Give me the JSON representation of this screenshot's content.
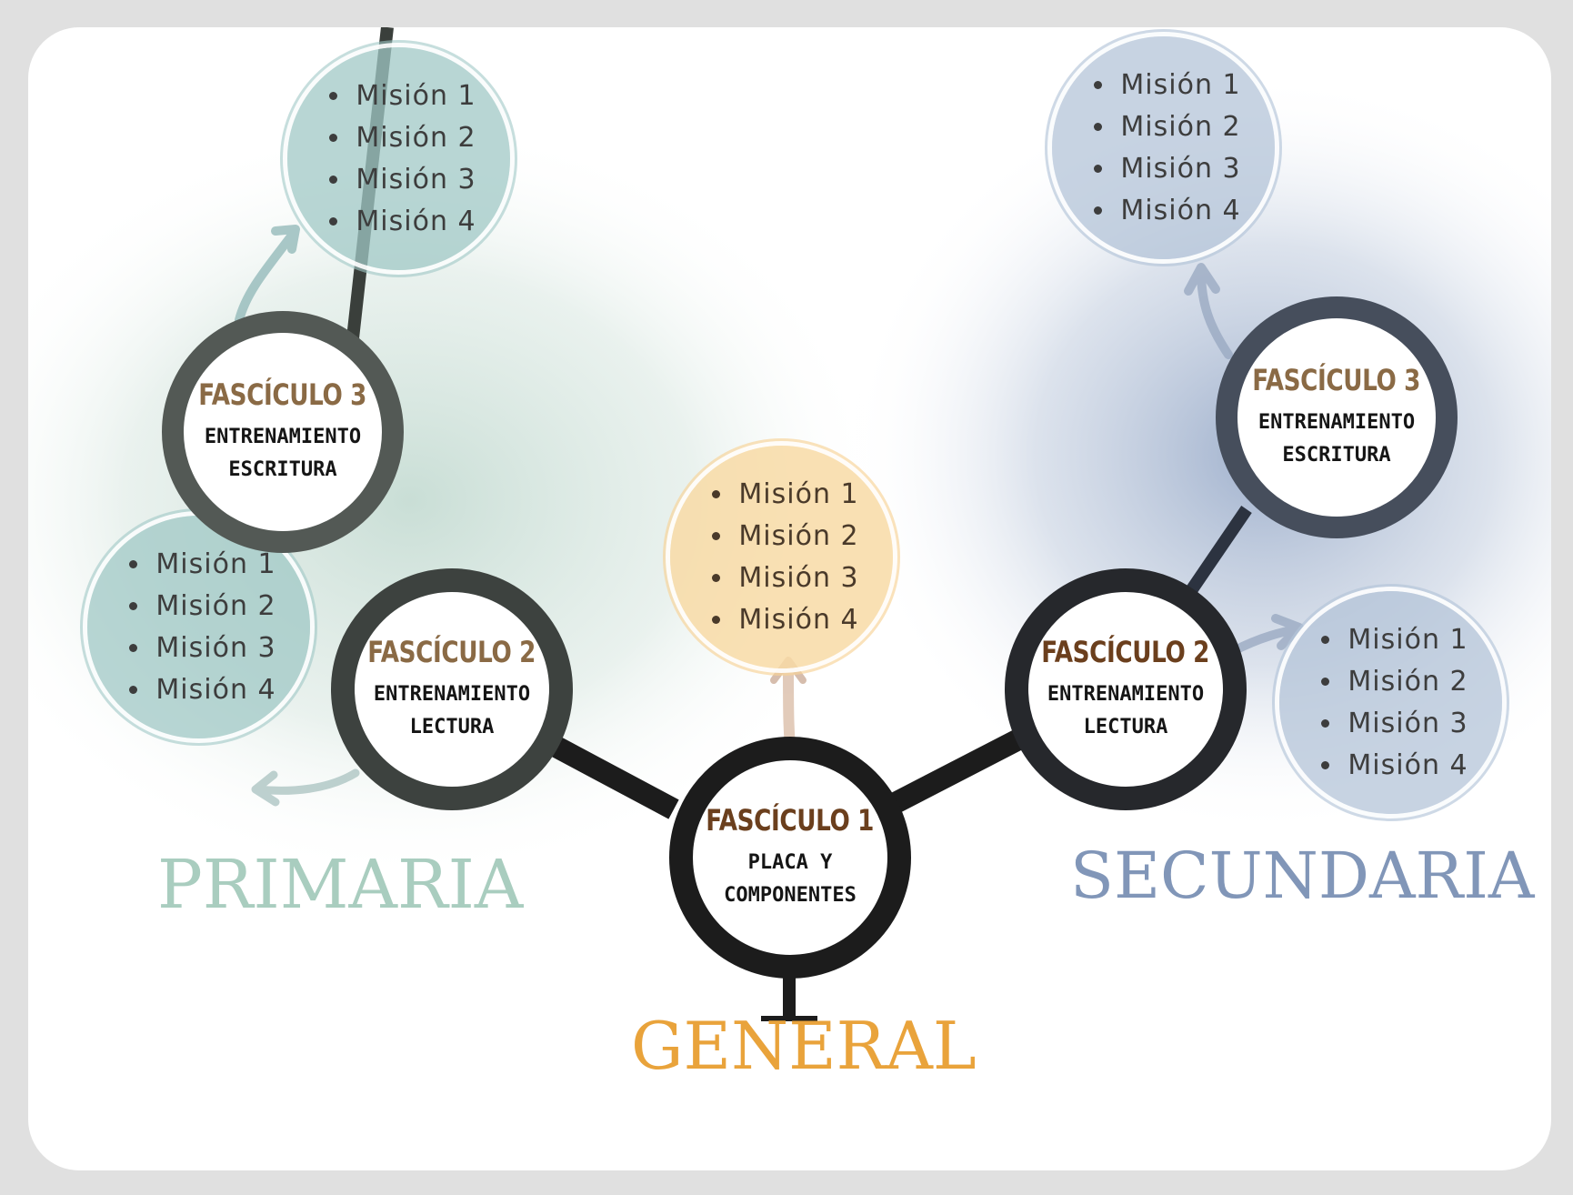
{
  "colors": {
    "primaria": "#a9cdbf",
    "secundaria": "#8196b8",
    "general": "#e9a33b",
    "title_brown_dark": "#6b3f1d",
    "title_brown_light": "#8a6a45"
  },
  "general": {
    "label": "GENERAL",
    "node": {
      "title": "FASCÍCULO 1",
      "subtitle": "PLACA Y\nCOMPONENTES"
    },
    "missions": [
      "Misión 1",
      "Misión 2",
      "Misión 3",
      "Misión 4"
    ]
  },
  "primaria": {
    "label": "PRIMARIA",
    "nodes": [
      {
        "title": "FASCÍCULO 2",
        "subtitle": "ENTRENAMIENTO\nLECTURA"
      },
      {
        "title": "FASCÍCULO 3",
        "subtitle": "ENTRENAMIENTO\nESCRITURA"
      }
    ],
    "missions_f2": [
      "Misión 1",
      "Misión 2",
      "Misión 3",
      "Misión 4"
    ],
    "missions_f3": [
      "Misión 1",
      "Misión 2",
      "Misión 3",
      "Misión 4"
    ]
  },
  "secundaria": {
    "label": "SECUNDARIA",
    "nodes": [
      {
        "title": "FASCÍCULO 2",
        "subtitle": "ENTRENAMIENTO\nLECTURA"
      },
      {
        "title": "FASCÍCULO 3",
        "subtitle": "ENTRENAMIENTO\nESCRITURA"
      }
    ],
    "missions_f2": [
      "Misión 1",
      "Misión 2",
      "Misión 3",
      "Misión 4"
    ],
    "missions_f3": [
      "Misión 1",
      "Misión 2",
      "Misión 3",
      "Misión 4"
    ]
  }
}
